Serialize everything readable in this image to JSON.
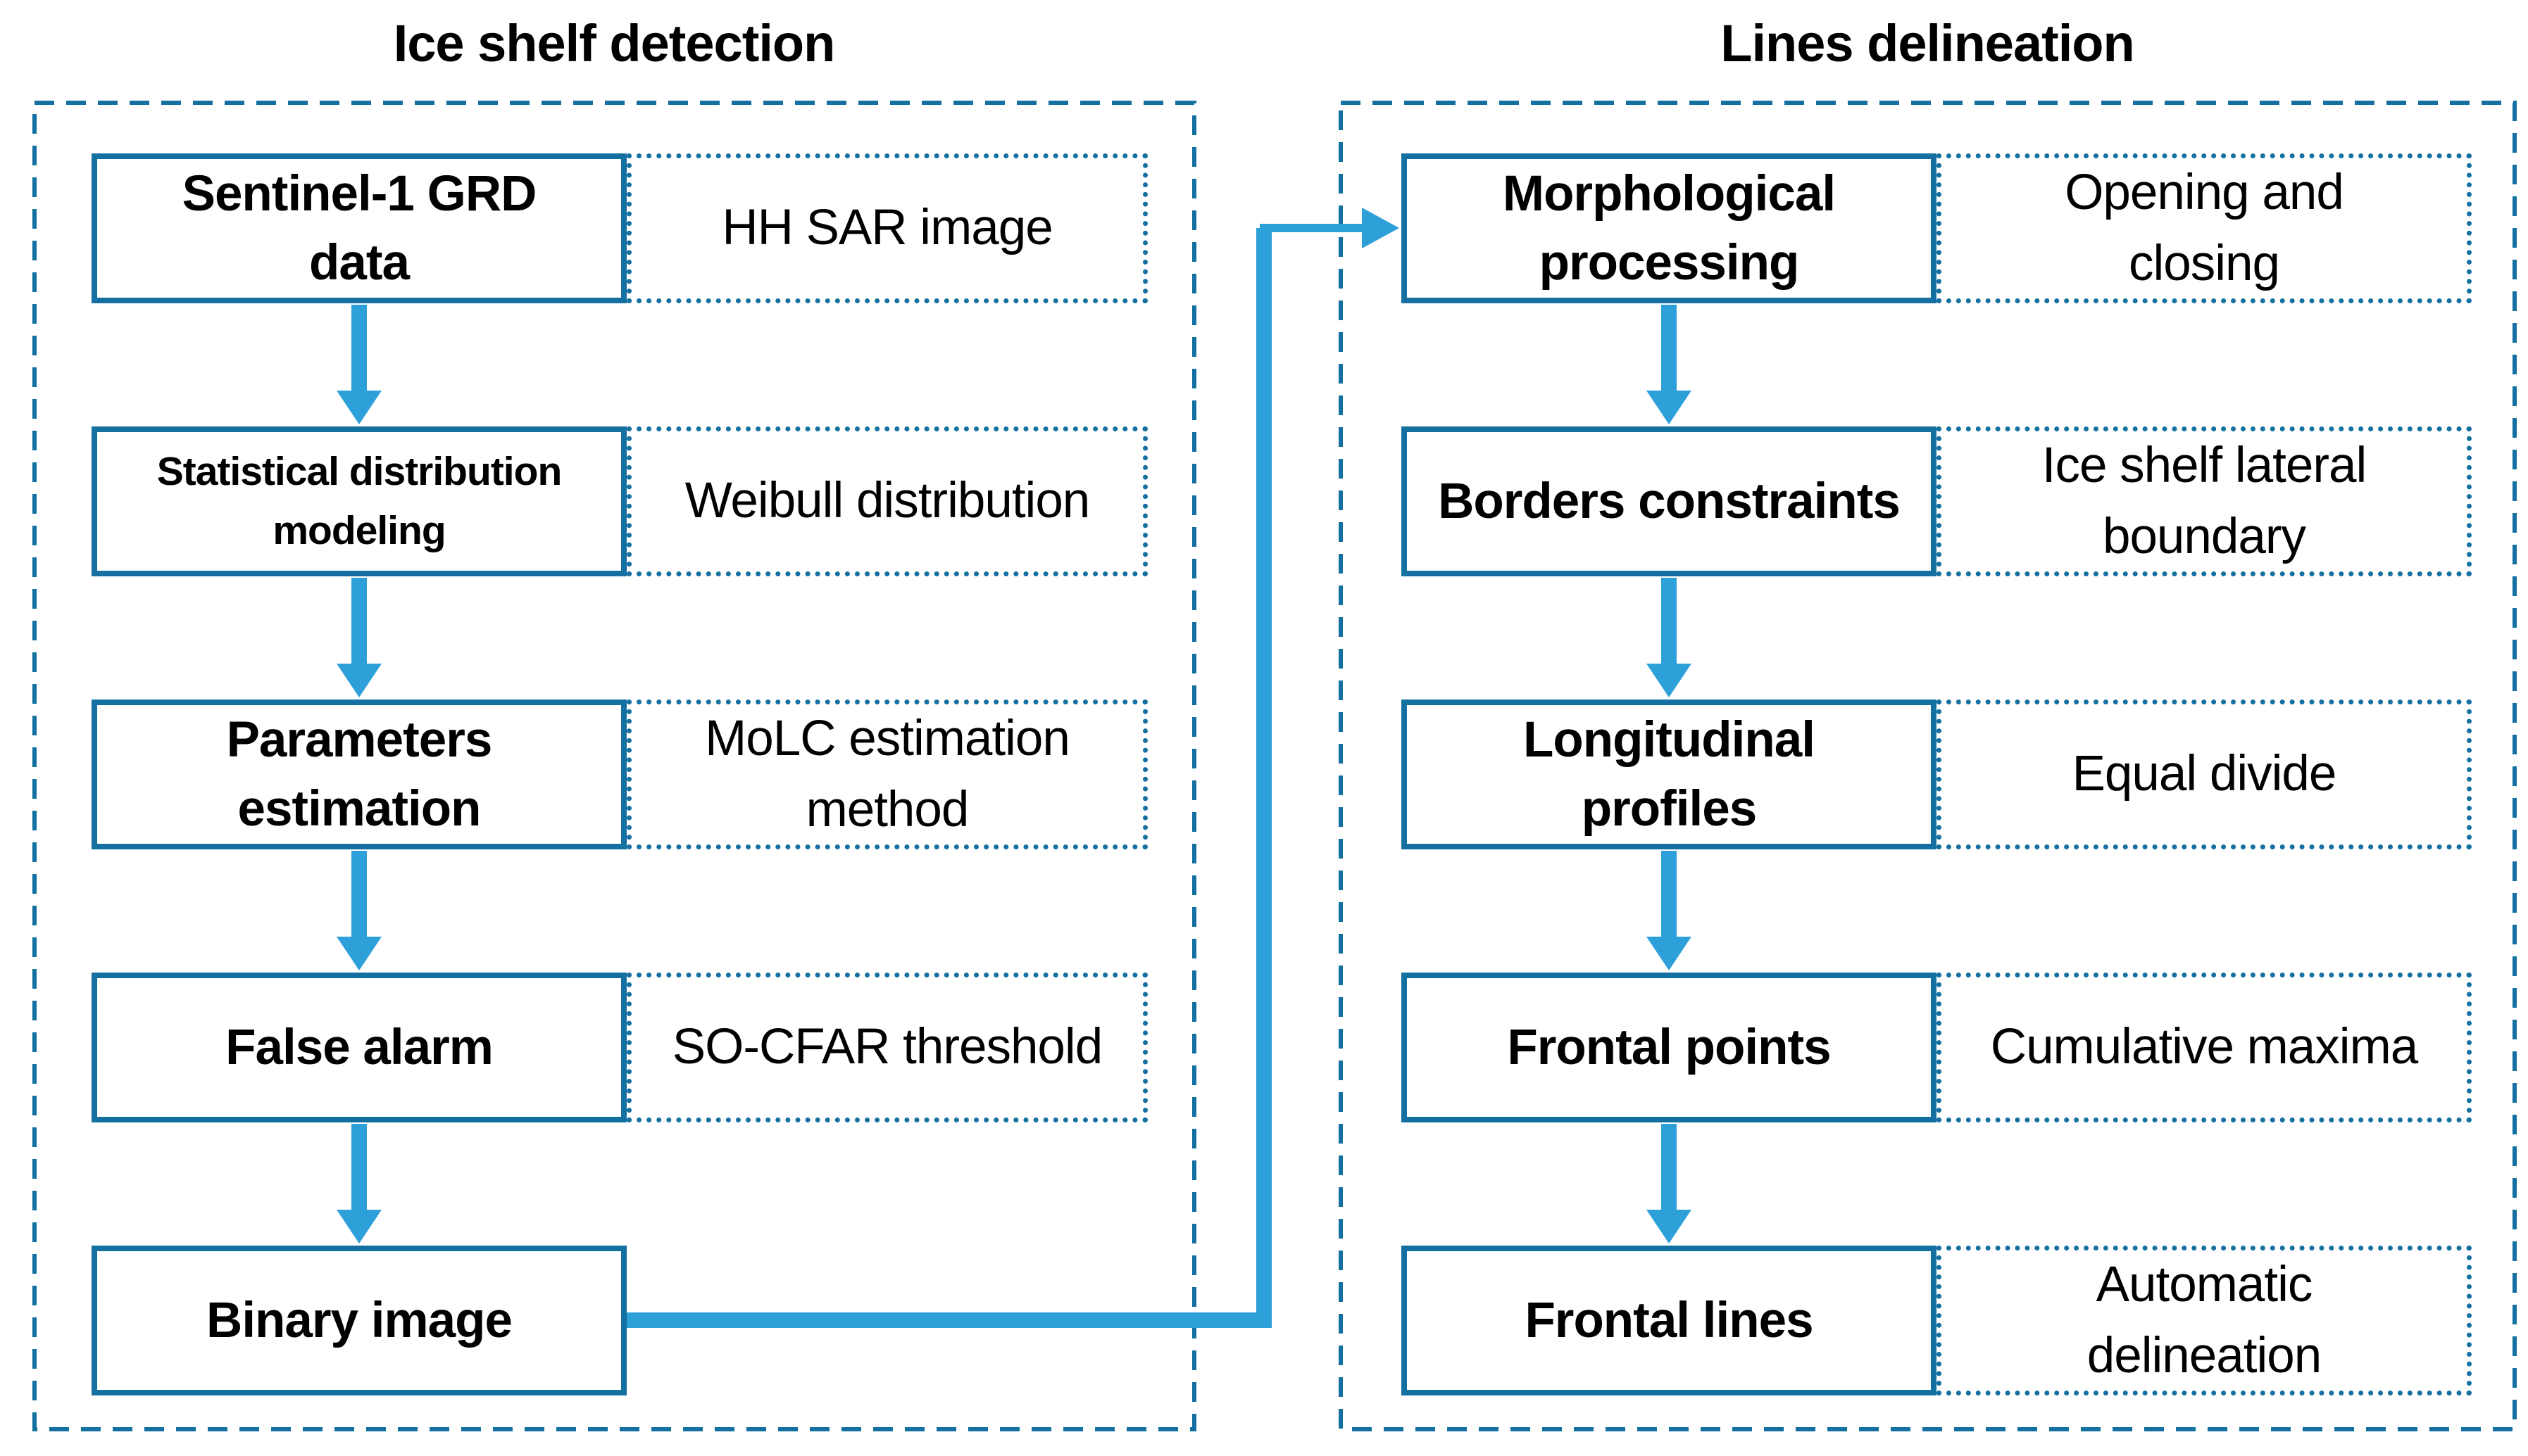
{
  "diagram": {
    "colors": {
      "line": "#1470A1",
      "arrow": "#2DA0D9",
      "text": "#000000",
      "background": "#FFFFFF"
    },
    "sections": [
      {
        "title": "Ice shelf detection",
        "steps": [
          {
            "label": "Sentinel-1 GRD\ndata",
            "note": "HH SAR image"
          },
          {
            "label": "Statistical distribution\nmodeling",
            "note": "Weibull distribution"
          },
          {
            "label": "Parameters\nestimation",
            "note": "MoLC estimation\nmethod"
          },
          {
            "label": "False alarm",
            "note": "SO-CFAR threshold"
          },
          {
            "label": "Binary image",
            "note": ""
          }
        ]
      },
      {
        "title": "Lines delineation",
        "steps": [
          {
            "label": "Morphological\nprocessing",
            "note": "Opening and\nclosing"
          },
          {
            "label": "Borders constraints",
            "note": "Ice shelf lateral\nboundary"
          },
          {
            "label": "Longitudinal\nprofiles",
            "note": "Equal divide"
          },
          {
            "label": "Frontal points",
            "note": "Cumulative maxima"
          },
          {
            "label": "Frontal lines",
            "note": "Automatic\ndelineation"
          }
        ]
      }
    ]
  }
}
